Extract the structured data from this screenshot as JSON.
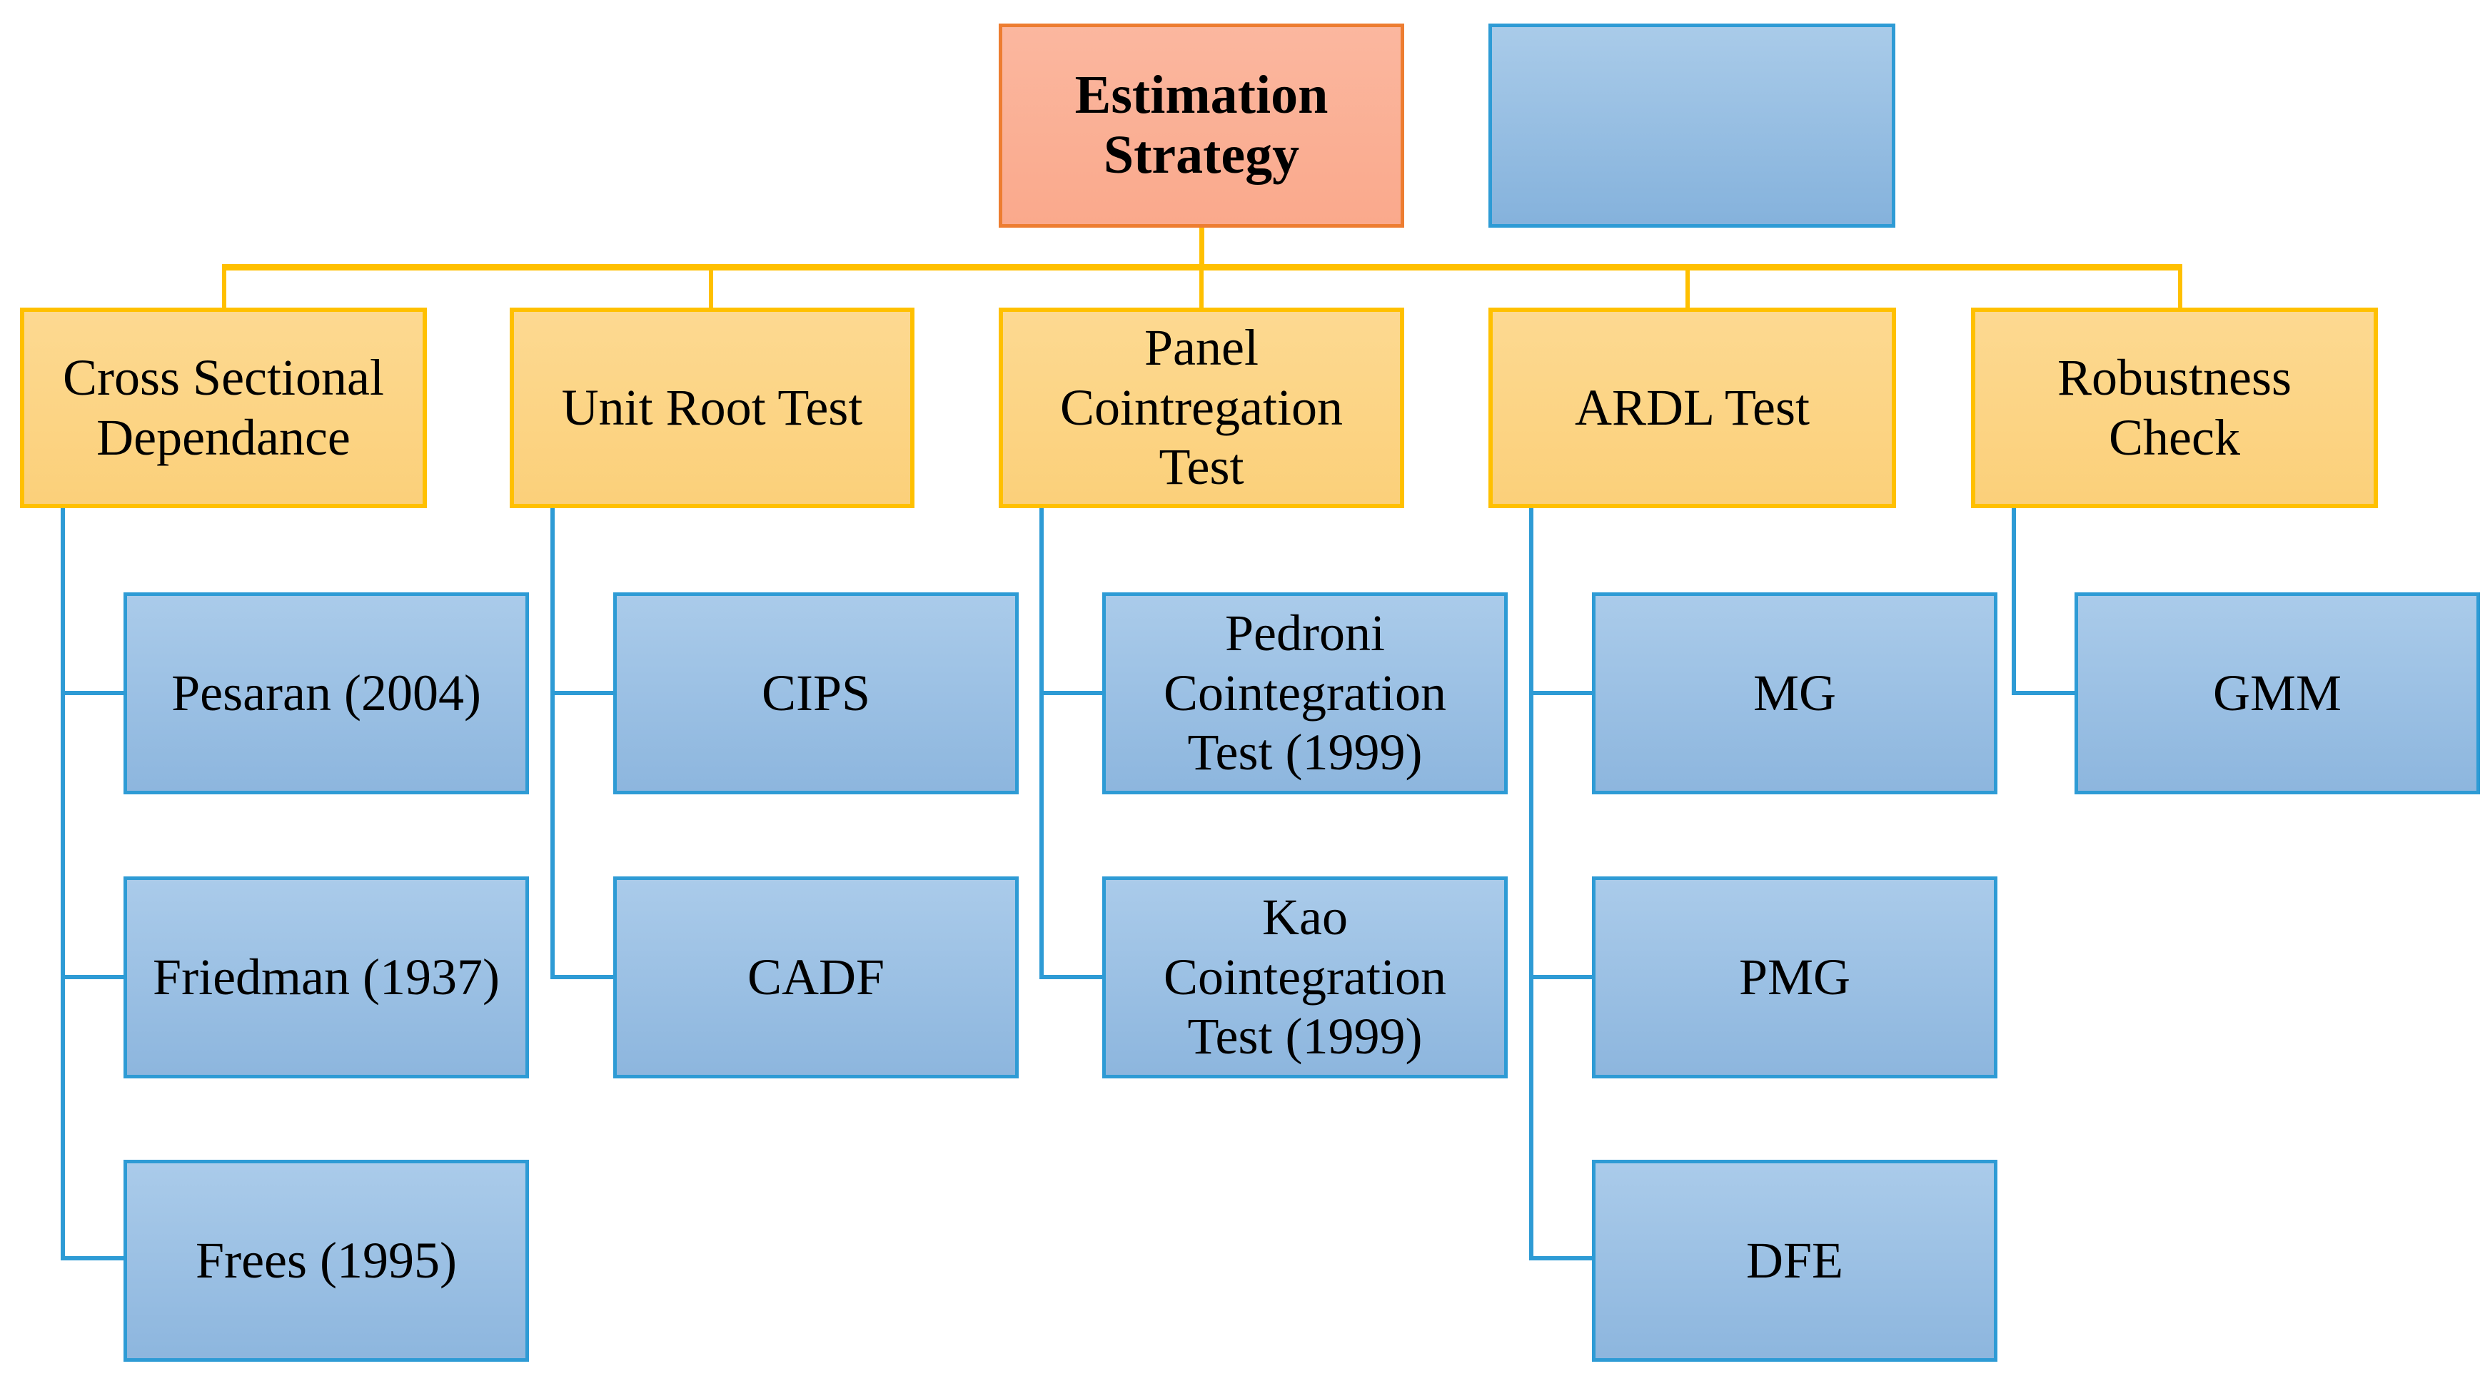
{
  "diagram": {
    "type": "hierarchy-flowchart",
    "description": "Estimation strategy tree with five method branches"
  },
  "root": {
    "label": "Estimation Strategy"
  },
  "placeholder_box": {
    "label": ""
  },
  "branches": [
    {
      "label": "Cross Sectional\nDependance",
      "children": [
        {
          "label": "Pesaran (2004)"
        },
        {
          "label": "Friedman (1937)"
        },
        {
          "label": "Frees (1995)"
        }
      ]
    },
    {
      "label": "Unit Root Test",
      "children": [
        {
          "label": "CIPS"
        },
        {
          "label": "CADF"
        }
      ]
    },
    {
      "label": "Panel\nCointregation\nTest",
      "children": [
        {
          "label": "Pedroni\nCointegration\nTest (1999)"
        },
        {
          "label": "Kao\nCointegration\nTest (1999)"
        }
      ]
    },
    {
      "label": "ARDL Test",
      "children": [
        {
          "label": "MG"
        },
        {
          "label": "PMG"
        },
        {
          "label": "DFE"
        }
      ]
    },
    {
      "label": "Robustness\nCheck",
      "children": [
        {
          "label": "GMM"
        }
      ]
    }
  ],
  "colors": {
    "root_fill_top": "#fbb79f",
    "root_fill_bottom": "#faa98c",
    "root_border": "#ed7d31",
    "branch_fill_top": "#fdd991",
    "branch_fill_bottom": "#fbd07a",
    "branch_border": "#ffc000",
    "leaf_fill_top": "#aacbea",
    "leaf_fill_bottom": "#8db6de",
    "leaf_border": "#2e9bd5",
    "gold_connector": "#ffc000",
    "blue_connector": "#2e9bd5",
    "text": "#000000",
    "background": "#ffffff"
  }
}
